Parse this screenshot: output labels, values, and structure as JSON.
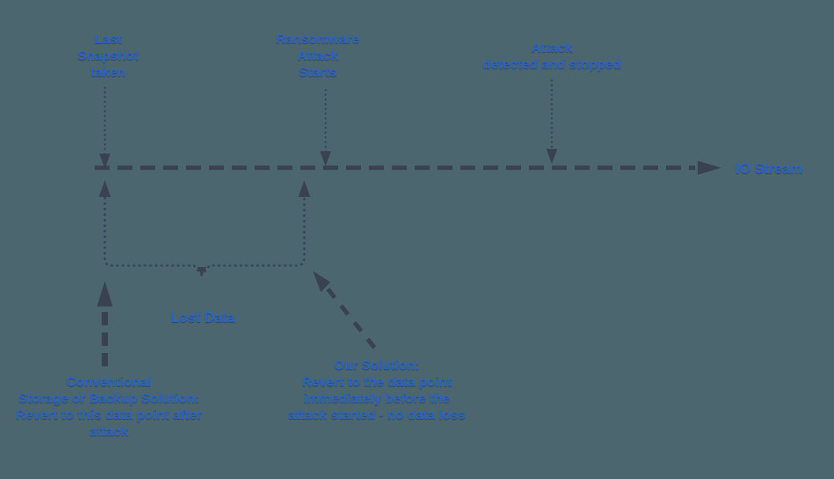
{
  "diagram": {
    "title_semantic": "Ransomware attack IO-stream timeline diagram",
    "colors": {
      "background": "#4c6670",
      "text_blue": "#2b65c1",
      "line_dark": "#3a4150"
    },
    "timeline": {
      "io_stream_label": "IO Stream",
      "markers": [
        {
          "label": "Last\nSnapshot\ntaken"
        },
        {
          "label": "Ransomware\nAttack\nStarts"
        },
        {
          "label": "Attack\ndetected and stopped"
        }
      ]
    },
    "annotations": {
      "lost_data_label": "Lost Data",
      "conventional_label": "Conventional\nStorage or Backup Solution:\nRevert to this data point after\nattack",
      "our_solution_label": "Our Solution:\nRevert to the data point\nimmediately before the\nattack started - no data loss"
    }
  }
}
